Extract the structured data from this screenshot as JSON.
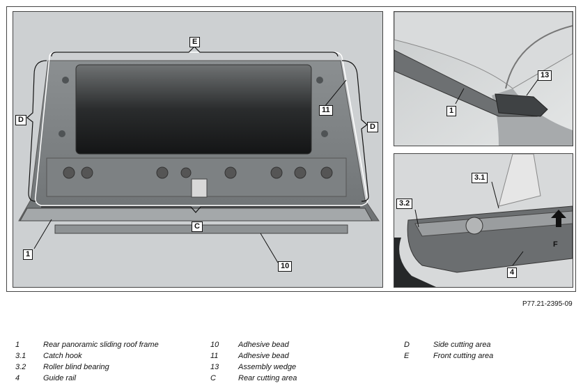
{
  "labels": {
    "main_E": "E",
    "main_D_left": "D",
    "main_D_right": "D",
    "main_11": "11",
    "main_C": "C",
    "main_1": "1",
    "main_10": "10",
    "tr_1": "1",
    "tr_13": "13",
    "br_3_1": "3.1",
    "br_3_2": "3.2",
    "br_F": "F",
    "br_4": "4"
  },
  "reference": "P77.21-2395-09",
  "legend": {
    "col1": [
      {
        "key": "1",
        "text": "Rear panoramic sliding roof frame"
      },
      {
        "key": "3.1",
        "text": "Catch hook"
      },
      {
        "key": "3.2",
        "text": "Roller blind bearing"
      },
      {
        "key": "4",
        "text": "Guide rail"
      }
    ],
    "col2": [
      {
        "key": "10",
        "text": "Adhesive bead"
      },
      {
        "key": "11",
        "text": "Adhesive bead"
      },
      {
        "key": "13",
        "text": "Assembly wedge"
      },
      {
        "key": "C",
        "text": "Rear cutting area"
      }
    ],
    "col3": [
      {
        "key": "D",
        "text": "Side cutting area"
      },
      {
        "key": "E",
        "text": "Front cutting area"
      }
    ]
  }
}
